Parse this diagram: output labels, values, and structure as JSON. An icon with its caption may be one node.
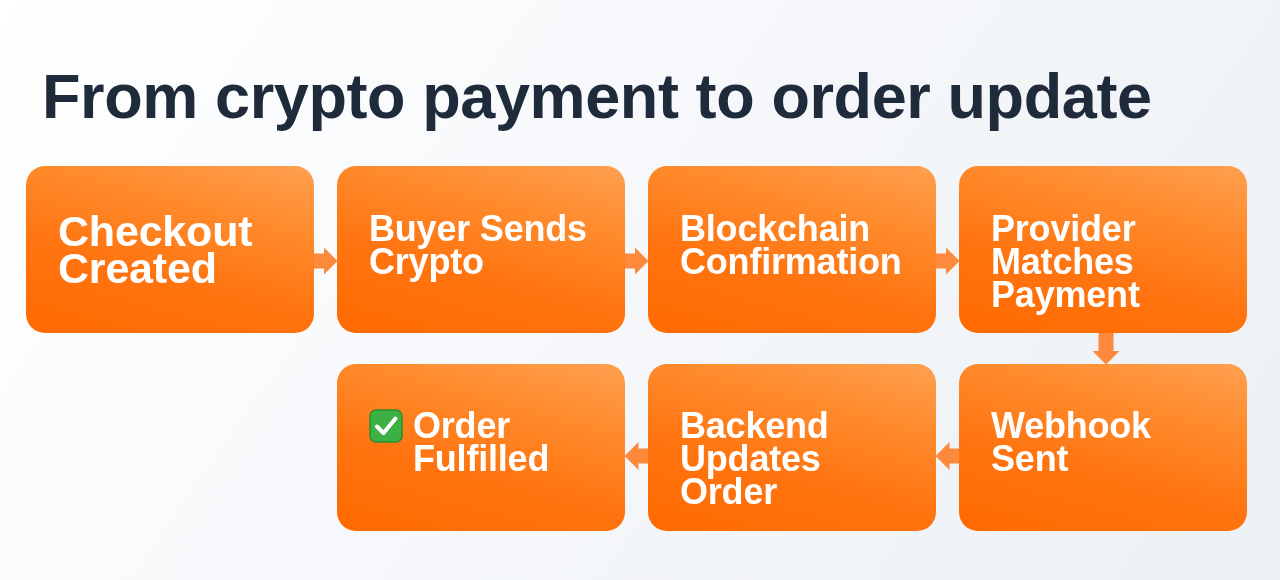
{
  "diagram": {
    "title": "From crypto payment to order update",
    "nodes": [
      {
        "text": [
          "Checkout Created"
        ]
      },
      {
        "text": [
          "Buyer Sends Crypto"
        ]
      },
      {
        "text": [
          "Blockchain Confirmation"
        ]
      },
      {
        "text": [
          "Provider Matches Payment"
        ]
      },
      {
        "text": [
          "Order Fulfilled"
        ]
      },
      {
        "text": [
          "Backend Updates Order"
        ]
      },
      {
        "text": [
          "Webhook Sent"
        ]
      }
    ],
    "edges": [
      {
        "from": 0,
        "to": 1,
        "arrow": "to"
      },
      {
        "from": 1,
        "to": 2,
        "arrow": "to"
      },
      {
        "from": 2,
        "to": 3,
        "arrow": "to"
      },
      {
        "from": 3,
        "to": 6,
        "arrow": "to"
      },
      {
        "from": 6,
        "to": 5,
        "arrow": "to"
      },
      {
        "from": 5,
        "to": 4,
        "arrow": "to"
      }
    ]
  }
}
